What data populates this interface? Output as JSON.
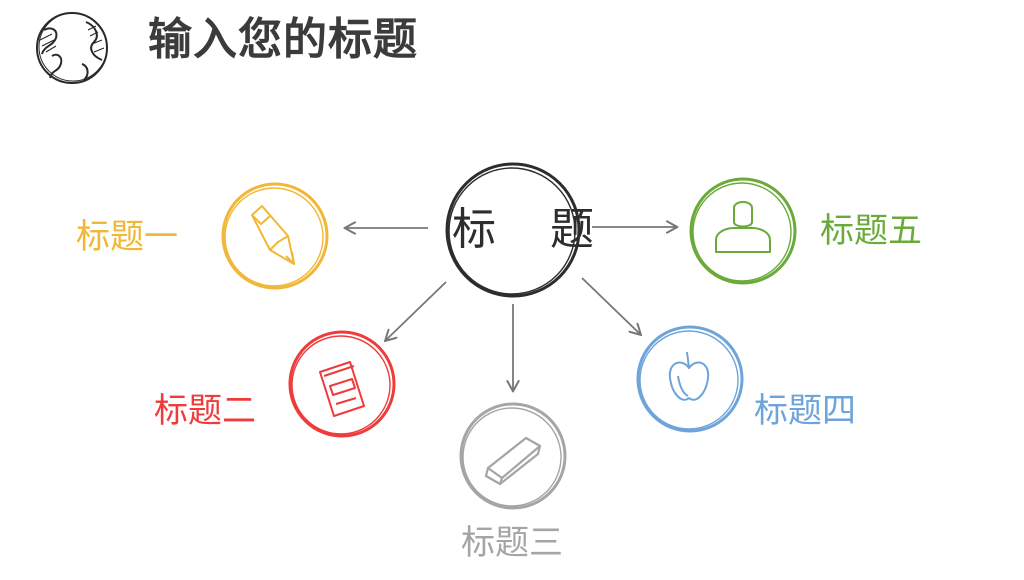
{
  "page": {
    "title": "输入您的标题"
  },
  "center": {
    "label": "标 题",
    "color": "#2d2d2d"
  },
  "nodes": [
    {
      "id": "1",
      "label": "标题一",
      "color": "#f2b735",
      "icon": "pencil-icon"
    },
    {
      "id": "2",
      "label": "标题二",
      "color": "#ee3b3b",
      "icon": "book-icon"
    },
    {
      "id": "3",
      "label": "标题三",
      "color": "#a5a5a5",
      "icon": "eraser-icon"
    },
    {
      "id": "4",
      "label": "标题四",
      "color": "#6ea4d9",
      "icon": "apple-icon"
    },
    {
      "id": "5",
      "label": "标题五",
      "color": "#6aaa3a",
      "icon": "person-icon"
    }
  ]
}
